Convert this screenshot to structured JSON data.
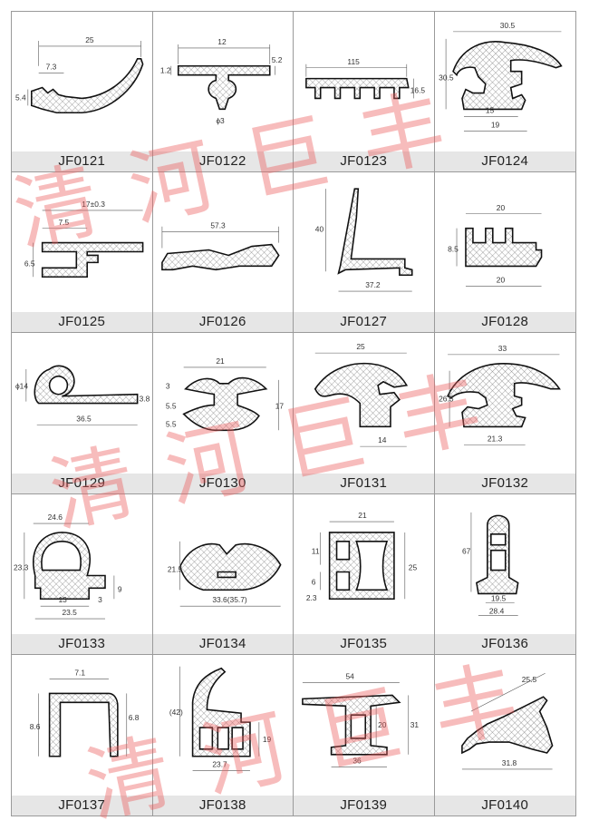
{
  "catalog": {
    "items": [
      {
        "code": "JF0121",
        "dims": [
          "25",
          "7.3",
          "5.4"
        ]
      },
      {
        "code": "JF0122",
        "dims": [
          "12",
          "1.2",
          "5.2",
          "ϕ3"
        ]
      },
      {
        "code": "JF0123",
        "dims": [
          "115",
          "16.5"
        ]
      },
      {
        "code": "JF0124",
        "dims": [
          "30.5",
          "30.5",
          "15",
          "19"
        ]
      },
      {
        "code": "JF0125",
        "dims": [
          "17±0.3",
          "7.5",
          "6.5"
        ]
      },
      {
        "code": "JF0126",
        "dims": [
          "57.3"
        ]
      },
      {
        "code": "JF0127",
        "dims": [
          "40",
          "37.2"
        ]
      },
      {
        "code": "JF0128",
        "dims": [
          "20",
          "8.5",
          "20"
        ]
      },
      {
        "code": "JF0129",
        "dims": [
          "ϕ14",
          "3.8",
          "36.5"
        ]
      },
      {
        "code": "JF0130",
        "dims": [
          "21",
          "3",
          "5.5",
          "5.5",
          "17"
        ]
      },
      {
        "code": "JF0131",
        "dims": [
          "25",
          "14"
        ]
      },
      {
        "code": "JF0132",
        "dims": [
          "33",
          "26.5",
          "21.3"
        ]
      },
      {
        "code": "JF0133",
        "dims": [
          "24.6",
          "23.3",
          "9",
          "13",
          "3",
          "23.5"
        ]
      },
      {
        "code": "JF0134",
        "dims": [
          "21.5",
          "33.6(35.7)"
        ]
      },
      {
        "code": "JF0135",
        "dims": [
          "21",
          "11",
          "25",
          "6",
          "2.3"
        ]
      },
      {
        "code": "JF0136",
        "dims": [
          "67",
          "19.5",
          "28.4"
        ]
      },
      {
        "code": "JF0137",
        "dims": [
          "7.1",
          "8.6",
          "6.8"
        ]
      },
      {
        "code": "JF0138",
        "dims": [
          "(42)",
          "19",
          "23.7"
        ]
      },
      {
        "code": "JF0139",
        "dims": [
          "54",
          "20",
          "31",
          "36"
        ]
      },
      {
        "code": "JF0140",
        "dims": [
          "25.5",
          "31.8"
        ]
      }
    ]
  },
  "watermark": {
    "text": "清河巨丰"
  },
  "colors": {
    "watermark": "#eb5f5f",
    "label_band": "#e6e6e6",
    "grid_border": "#9a9a9a"
  }
}
